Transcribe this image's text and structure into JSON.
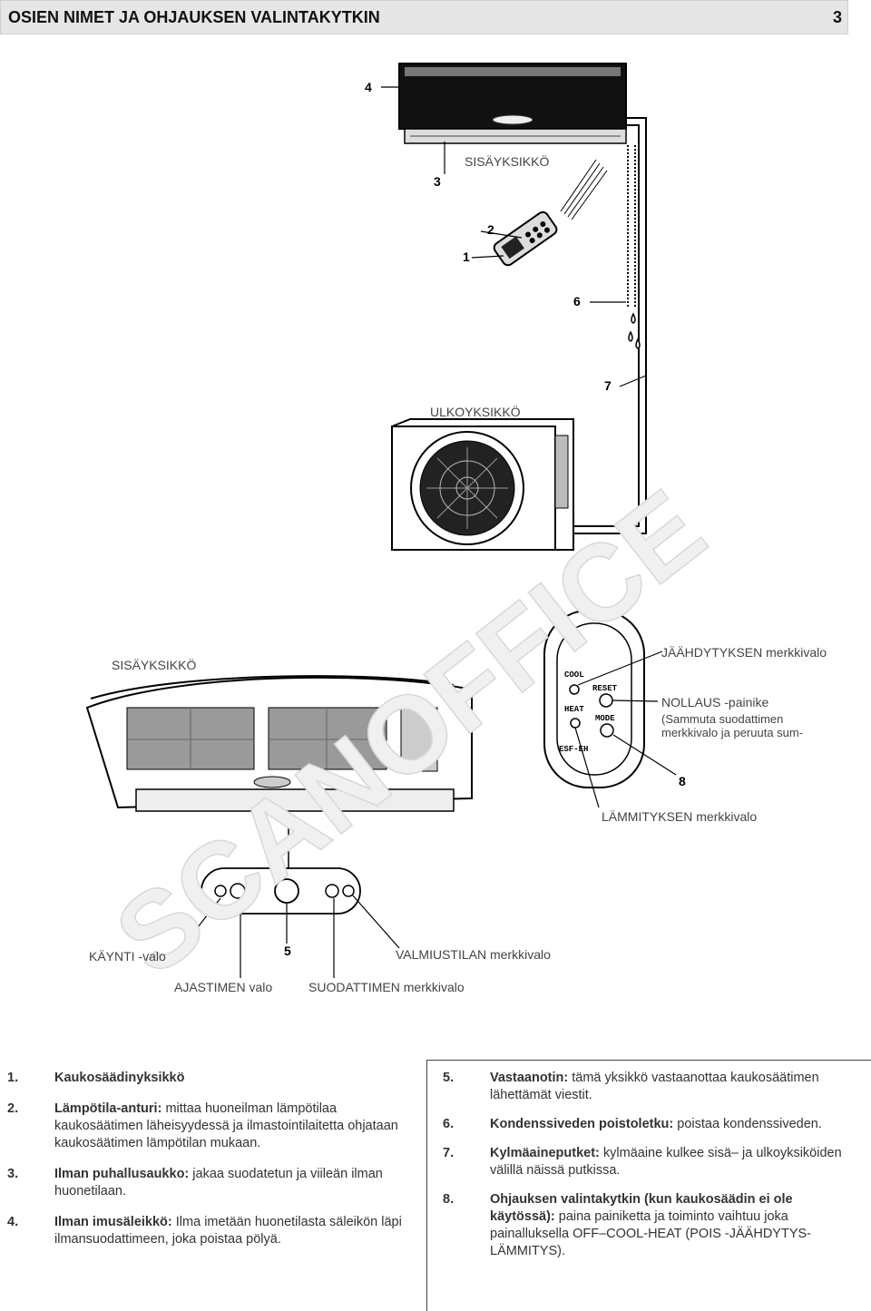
{
  "header": {
    "title": "OSIEN NIMET JA OHJAUKSEN VALINTAKYTKIN",
    "page_number": "3"
  },
  "diagram_top": {
    "indoor_label": "SISÄYKSIKKÖ",
    "outdoor_label": "ULKOYKSIKKÖ",
    "callouts": [
      "1",
      "2",
      "3",
      "4",
      "6",
      "7"
    ]
  },
  "diagram_bottom": {
    "indoor_label": "SISÄYKSIKKÖ",
    "cooling_light": "JÄÄHDYTYKSEN merkkivalo",
    "reset_button": "NOLLAUS -painike",
    "reset_desc": "(Sammuta suodattimen merkkivalo ja peruuta sum-",
    "callout_8": "8",
    "heating_light": "LÄMMITYKSEN merkkivalo",
    "run_light": "KÄYNTI -valo",
    "callout_5": "5",
    "standby_light": "VALMIUSTILAN merkkivalo",
    "timer_light": "AJASTIMEN valo",
    "filter_light": "SUODATTIMEN merkkivalo",
    "panel_labels": {
      "cool": "COOL",
      "reset": "RESET",
      "heat": "HEAT",
      "mode": "MODE",
      "esf": "ESF-EH"
    },
    "watermark": "SCANOFFICE"
  },
  "list_left": [
    {
      "num": "1.",
      "term": "Kaukosäädinyksikkö",
      "desc": ""
    },
    {
      "num": "2.",
      "term": "Lämpötila-anturi:",
      "desc": " mittaa huoneilman lämpötilaa kaukosäätimen läheisyydessä ja ilmastointilaitetta ohjataan kaukosäätimen lämpötilan mukaan."
    },
    {
      "num": "3.",
      "term": "Ilman puhallusaukko:",
      "desc": " jakaa suodatetun ja viileän ilman huonetilaan."
    },
    {
      "num": "4.",
      "term": "Ilman imusäleikkö:",
      "desc": " Ilma imetään huonetilasta säleikön läpi ilmansuodattimeen, joka poistaa pölyä."
    }
  ],
  "list_right": [
    {
      "num": "5.",
      "term": "Vastaanotin:",
      "desc": " tämä yksikkö vastaanottaa kaukosäätimen lähettämät viestit."
    },
    {
      "num": "6.",
      "term": "Kondenssiveden poistoletku:",
      "desc": " poistaa kondenssiveden."
    },
    {
      "num": "7.",
      "term": "Kylmäaineputket:",
      "desc": " kylmäaine kulkee sisä– ja ulkoyksiköiden välillä näissä putkissa."
    },
    {
      "num": "8.",
      "term": "Ohjauksen valintakytkin (kun kaukosäädin ei ole käytössä):",
      "desc": " paina painiketta ja toiminto vaihtuu joka painalluksella OFF–COOL-HEAT (POIS -JÄÄHDYTYS-LÄMMITYS)."
    }
  ]
}
